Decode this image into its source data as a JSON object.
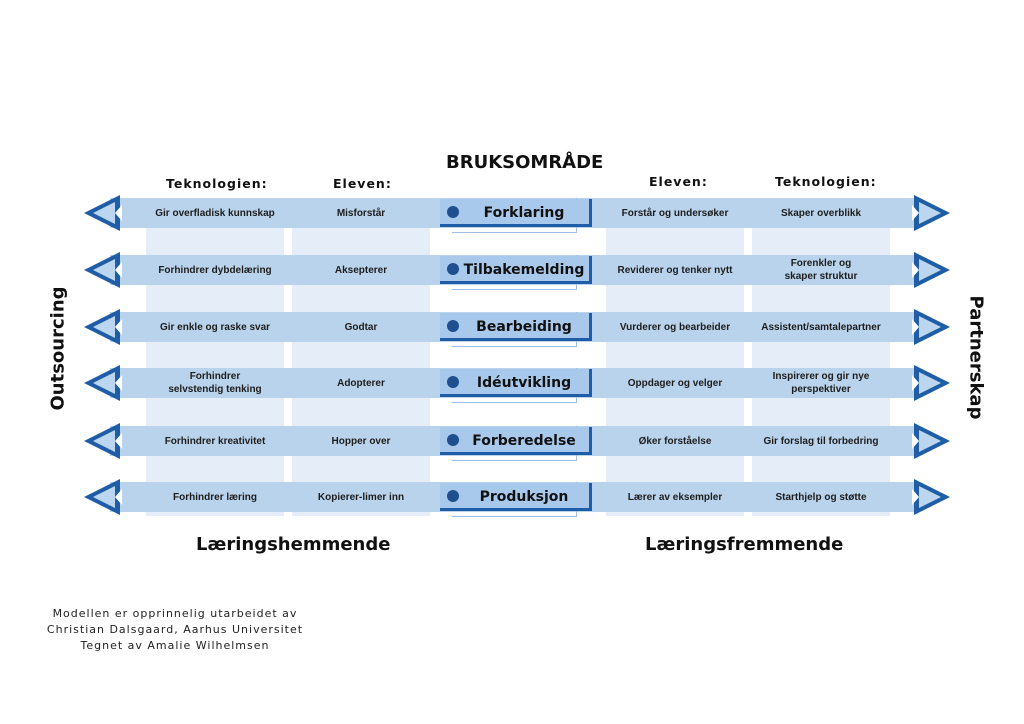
{
  "title": "BRUKSOMRÅDE",
  "headers": {
    "left_technology": "Teknologien:",
    "left_student": "Eleven:",
    "right_student": "Eleven:",
    "right_technology": "Teknologien:"
  },
  "side_labels": {
    "left": "Outsourcing",
    "right": "Partnerskap"
  },
  "bottom_labels": {
    "left": "Læringshemmende",
    "right": "Læringsfremmende"
  },
  "rows": [
    {
      "center": "Forklaring",
      "left_tech": "Gir overfladisk kunnskap",
      "left_student": "Misforstår",
      "right_student": "Forstår og undersøker",
      "right_tech": "Skaper overblikk"
    },
    {
      "center": "Tilbakemelding",
      "left_tech": "Forhindrer dybdelæring",
      "left_student": "Aksepterer",
      "right_student": "Reviderer og tenker nytt",
      "right_tech": "Forenkler og\nskaper struktur"
    },
    {
      "center": "Bearbeiding",
      "left_tech": "Gir enkle og raske svar",
      "left_student": "Godtar",
      "right_student": "Vurderer og bearbeider",
      "right_tech": "Assistent/samtalepartner"
    },
    {
      "center": "Idéutvikling",
      "left_tech": "Forhindrer\nselvstendig tenking",
      "left_student": "Adopterer",
      "right_student": "Oppdager og velger",
      "right_tech": "Inspirerer og gir nye\nperspektiver"
    },
    {
      "center": "Forberedelse",
      "left_tech": "Forhindrer kreativitet",
      "left_student": "Hopper over",
      "right_student": "Øker forståelse",
      "right_tech": "Gir forslag til forbedring"
    },
    {
      "center": "Produksjon",
      "left_tech": "Forhindrer læring",
      "left_student": "Kopierer-limer inn",
      "right_student": "Lærer av eksempler",
      "right_tech": "Starthjelp og støtte"
    }
  ],
  "credit": {
    "line1": "Modellen er opprinnelig utarbeidet av",
    "line2": "Christian Dalsgaard, Aarhus Universitet",
    "line3": "Tegnet av Amalie Wilhelmsen"
  },
  "colors": {
    "band": "#b9d3ec",
    "column": "#e4edf8",
    "arrow_dark": "#1f5ea6",
    "dot": "#1f4f8f"
  }
}
